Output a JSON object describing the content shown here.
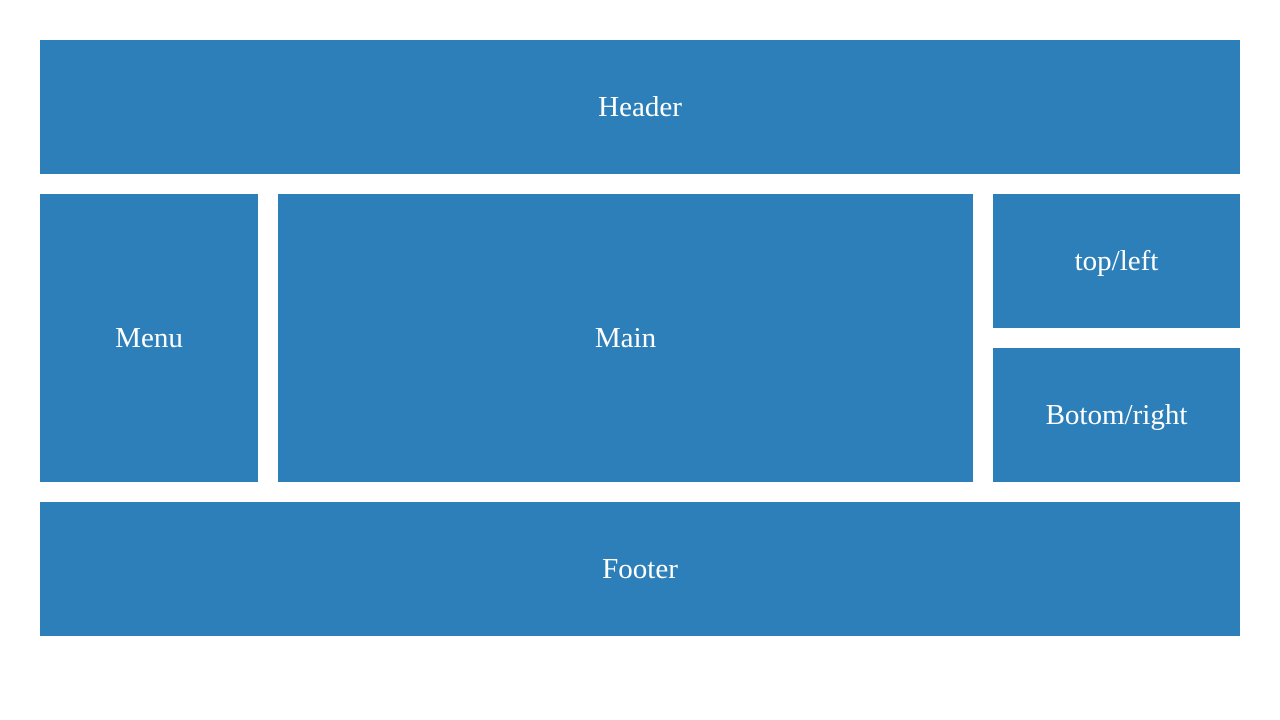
{
  "colors": {
    "block": "#2c7fb8",
    "text": "#ffffff",
    "background": "#ffffff"
  },
  "header": {
    "label": "Header"
  },
  "menu": {
    "label": "Menu"
  },
  "main": {
    "label": "Main"
  },
  "aside": {
    "top_label": "top/left",
    "bottom_label": "Botom/right"
  },
  "footer": {
    "label": "Footer"
  }
}
